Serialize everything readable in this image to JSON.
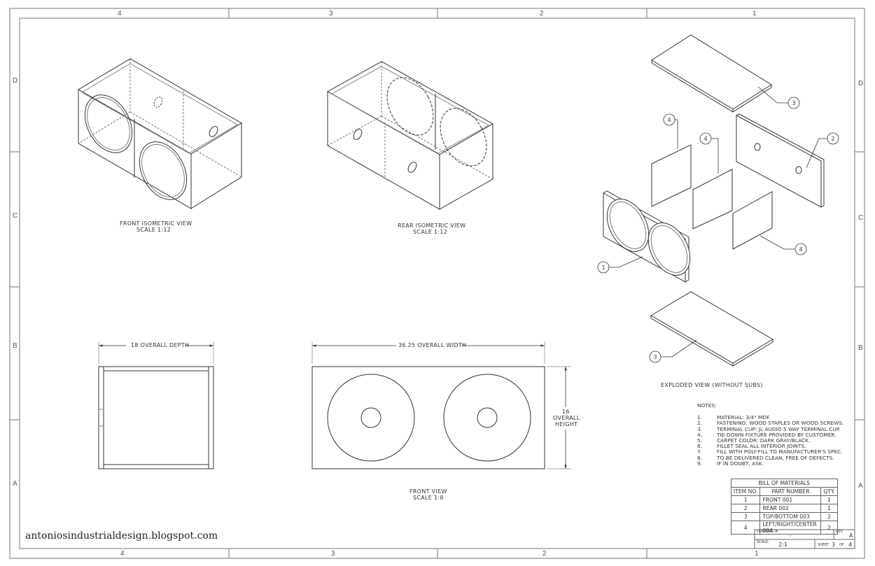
{
  "border": {
    "top_zones": [
      "4",
      "3",
      "2",
      "1"
    ],
    "bottom_zones": [
      "4",
      "3",
      "2",
      "1"
    ],
    "left_zones": [
      "D",
      "C",
      "B",
      "A"
    ],
    "right_zones": [
      "D",
      "C",
      "B",
      "A"
    ]
  },
  "views": {
    "front_iso": {
      "title": "FRONT ISOMETRIC VIEW",
      "scale": "SCALE 1:12"
    },
    "rear_iso": {
      "title": "REAR ISOMETRIC VIEW",
      "scale": "SCALE 1:12"
    },
    "front_view": {
      "title": "FRONT  VIEW",
      "scale": "SCALE 1:8"
    },
    "exploded": {
      "title": "EXPLODED VIEW (WITHOUT SUBS)"
    }
  },
  "dimensions": {
    "depth": "18 OVERALL DEPTH",
    "width": "36.25 OVERALL WIDTH",
    "height_value": "16",
    "height_line1": "OVERALL",
    "height_line2": "HEIGHT"
  },
  "balloons": [
    "3",
    "4",
    "4",
    "2",
    "1",
    "4",
    "3"
  ],
  "notes": {
    "heading": "NOTES:",
    "items": [
      {
        "n": "1.",
        "text": "MATERIAL: 3/4\" MDF."
      },
      {
        "n": "2.",
        "text": "FASTENING: WOOD STAPLES OR WOOD SCREWS."
      },
      {
        "n": "3.",
        "text": "TERMINAL CUP: JL AUDIO 5 WAY TERMINAL CUP."
      },
      {
        "n": "4.",
        "text": "TIE-DOWN FIXTURE PROVIDED BY CUSTOMER."
      },
      {
        "n": "5.",
        "text": "CARPET COLOR: DARK GRAY/BLACK."
      },
      {
        "n": "6.",
        "text": "FILLET SEAL ALL INTERIOR JOINTS."
      },
      {
        "n": "7.",
        "text": "FILL WITH POLY-FILL TO MANUFACTURER'S SPEC."
      },
      {
        "n": "8.",
        "text": "TO BE DELIVERED CLEAN, FREE OF DEFECTS."
      },
      {
        "n": "9.",
        "text": "IF IN DOUBT, ASK."
      }
    ]
  },
  "bom": {
    "title": "BILL OF MATERIALS",
    "headers": [
      "ITEM NO.",
      "PART NUMBER",
      "QTY."
    ],
    "rows": [
      [
        "1",
        "FRONT 001",
        "1"
      ],
      [
        "2",
        "REAR 002",
        "1"
      ],
      [
        "3",
        "TOP/BOTTOM 003",
        "2"
      ],
      [
        "4",
        "LEFT/RIGHT/CENTER 004",
        "2"
      ]
    ]
  },
  "title_block": {
    "drawing_no_label": "DRAWING #:",
    "drawing_no": "-",
    "rev_label": "REV",
    "rev": "A",
    "scale_label": "SCALE:",
    "scale": "2:1",
    "sheet_label": "SHEET",
    "sheet": "3",
    "of_label": "OF",
    "of": "4"
  },
  "watermark": "antoniosindustrialdesign.blogspot.com"
}
